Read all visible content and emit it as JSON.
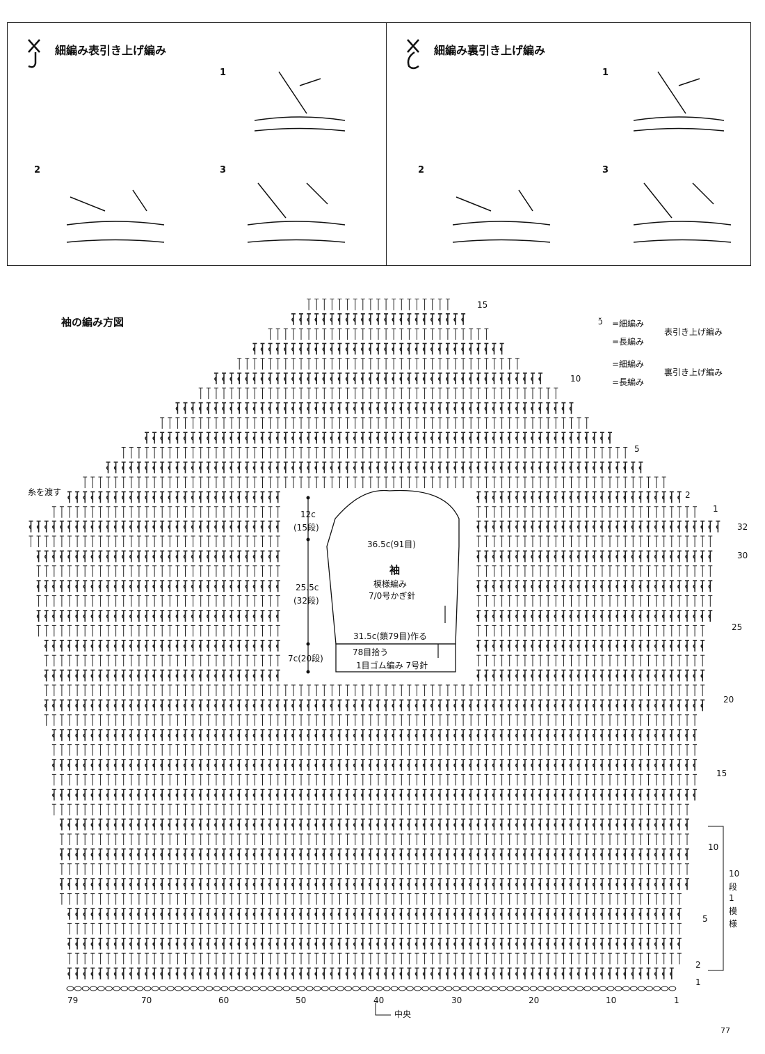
{
  "left_panel": {
    "title": "細編み表引き上げ編み",
    "steps": [
      "1",
      "2",
      "3"
    ]
  },
  "right_panel": {
    "title": "細編み裏引き上げ編み",
    "steps": [
      "1",
      "2",
      "3"
    ]
  },
  "chart": {
    "title": "袖の編み方図",
    "thread_note": "糸を渡す",
    "legend": {
      "front": {
        "label": "表引き上げ編み",
        "items": [
          "=細編み",
          "=長編み"
        ]
      },
      "back": {
        "label": "裏引き上げ編み",
        "items": [
          "=細編み",
          "=長編み"
        ]
      }
    },
    "right_rows": [
      "32",
      "30",
      "25",
      "20",
      "15",
      "10",
      "5",
      "2",
      "1"
    ],
    "cap_rows": [
      "15",
      "10",
      "5",
      "2",
      "1"
    ],
    "repeat_note": [
      "10",
      "段",
      "1",
      "模",
      "様"
    ],
    "column_labels": [
      "79",
      "70",
      "60",
      "50",
      "40",
      "30",
      "20",
      "10",
      "1"
    ],
    "center_label": "中央"
  },
  "schematic": {
    "cap_height": "12c",
    "cap_rows": "(15段)",
    "body_height": "25.5c",
    "body_rows": "(32段)",
    "cuff_height": "7c(20段)",
    "width_top": "36.5c(91目)",
    "name": "袖",
    "pattern": "模様編み",
    "hook": "7/0号かぎ針",
    "width_bottom": "31.5c(鎖79目)作る",
    "pickup": "78目拾う",
    "cuff": "1目ゴム編み 7号針"
  },
  "page_number": "77"
}
